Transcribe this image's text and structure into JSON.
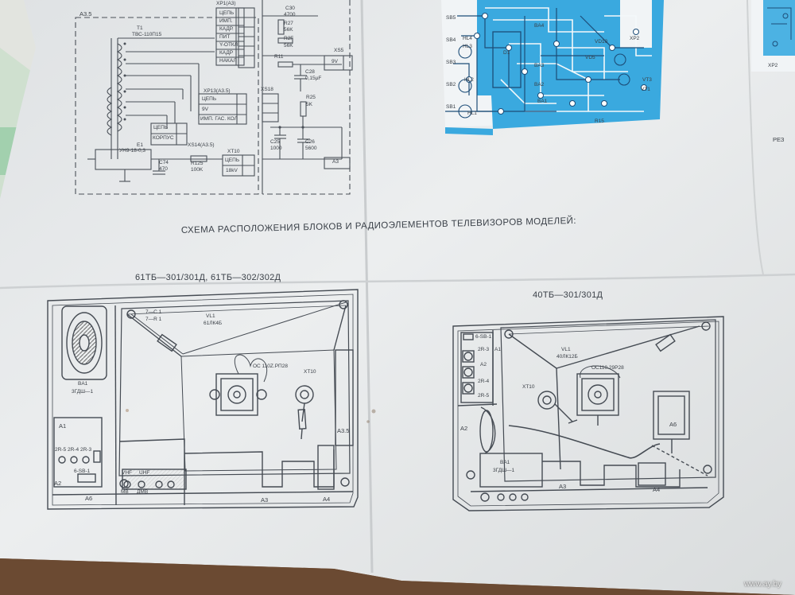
{
  "poster": {
    "title": "СХЕМА РАСПОЛОЖЕНИЯ БЛОКОВ И РАДИОЭЛЕМЕНТОВ ТЕЛЕВИЗОРОВ МОДЕЛЕЙ:",
    "left_model": "61ТБ—301/301Д, 61ТБ—302/302Д",
    "right_model": "40ТБ—301/301Д",
    "watermark": "www.ay.by",
    "corner_text": "РЕЗ"
  },
  "schematic": {
    "block_a35": "A3.5",
    "block_a3": "A3",
    "transformer": "T1",
    "transformer_type": "ТВС-110П15",
    "xp1": "XP1(A3)",
    "xp13": "XP13(A3.5)",
    "xs14": "XS14(A3.5)",
    "xs5": "XS5",
    "xs18": "XS18",
    "xt10": "XT10",
    "e1": "E1",
    "unr": "УН9-18-0,3",
    "c74": "C74",
    "c74v": "470",
    "r125": "R125",
    "r125v": "100K",
    "kv18": "18kV",
    "v9": "9V",
    "c30": "C30",
    "c30v": "4700",
    "r27": "R27",
    "r27v": "56K",
    "r2f": "R2F",
    "r2fv": "56K",
    "r11": "R11",
    "c28": "C28",
    "c28v": "0,15µF",
    "r25": "R25",
    "r25v": "5K",
    "c25": "C25",
    "c25v": "1000",
    "c26": "C26",
    "c26v": "5600",
    "pins_xp1": [
      "ЦЕПЬ",
      "ИМП.",
      "КАДР.",
      "ПИТ",
      "Y-ОТКЛ",
      "КАДР",
      "НАКАЛ"
    ],
    "pins_xp13": [
      "ЦЕПЬ",
      "9V",
      "ИМП. ГАС. КОЛ"
    ],
    "pins_e1": [
      "ЦЕПЬ",
      "КОРПУС"
    ],
    "pins_xt10": [
      "ЦЕПЬ",
      "18kV"
    ]
  },
  "pcb": {
    "labels": [
      "VD10",
      "XP2",
      "VD5",
      "D1",
      "VT3",
      "VT1",
      "HL1",
      "HL4",
      "HL3",
      "HL2",
      "SB1",
      "SB2",
      "SB3",
      "SB4",
      "SB5",
      "BA1",
      "BA2",
      "BA3",
      "BA4",
      "R15",
      "XP2"
    ]
  },
  "left_tv": {
    "vl1": "VL1",
    "tube": "61ЛК4Б",
    "c1": "7—C 1",
    "r1": "7—R 1",
    "ba1": "BA1",
    "speaker": "3ГДШ—1",
    "os": "ОС 110Z.РП28",
    "xt10": "XT10",
    "a35": "A3.5",
    "a1": "A1",
    "r_row": [
      "2R-5",
      "2R-4",
      "2R-3"
    ],
    "a2": "A2",
    "sb": "6-SB-1",
    "a6": "A6",
    "vhf": "VHF",
    "uhf": "UHF",
    "mv": "MB",
    "dmv": "ДМВ",
    "a3": "A3",
    "a4": "A4"
  },
  "right_tv": {
    "sb": "6-SB-1",
    "r3": "2R-3",
    "r4": "2R-4",
    "r5": "2R-5",
    "a1": "A1",
    "a2": "A2",
    "vl1": "VL1",
    "tube": "40ЛК12Б",
    "os": "ОС110.29Р28",
    "xt10": "XT10",
    "a6": "A6",
    "a2b": "A2",
    "ba1": "BA1",
    "speaker": "3ГДШ—1",
    "a3": "A3",
    "a4": "A4"
  },
  "colors": {
    "paper": "#e7e9ea",
    "ink": "#4a5058",
    "pcb_blue": "#34a8e0",
    "table": "#8a5a38"
  }
}
